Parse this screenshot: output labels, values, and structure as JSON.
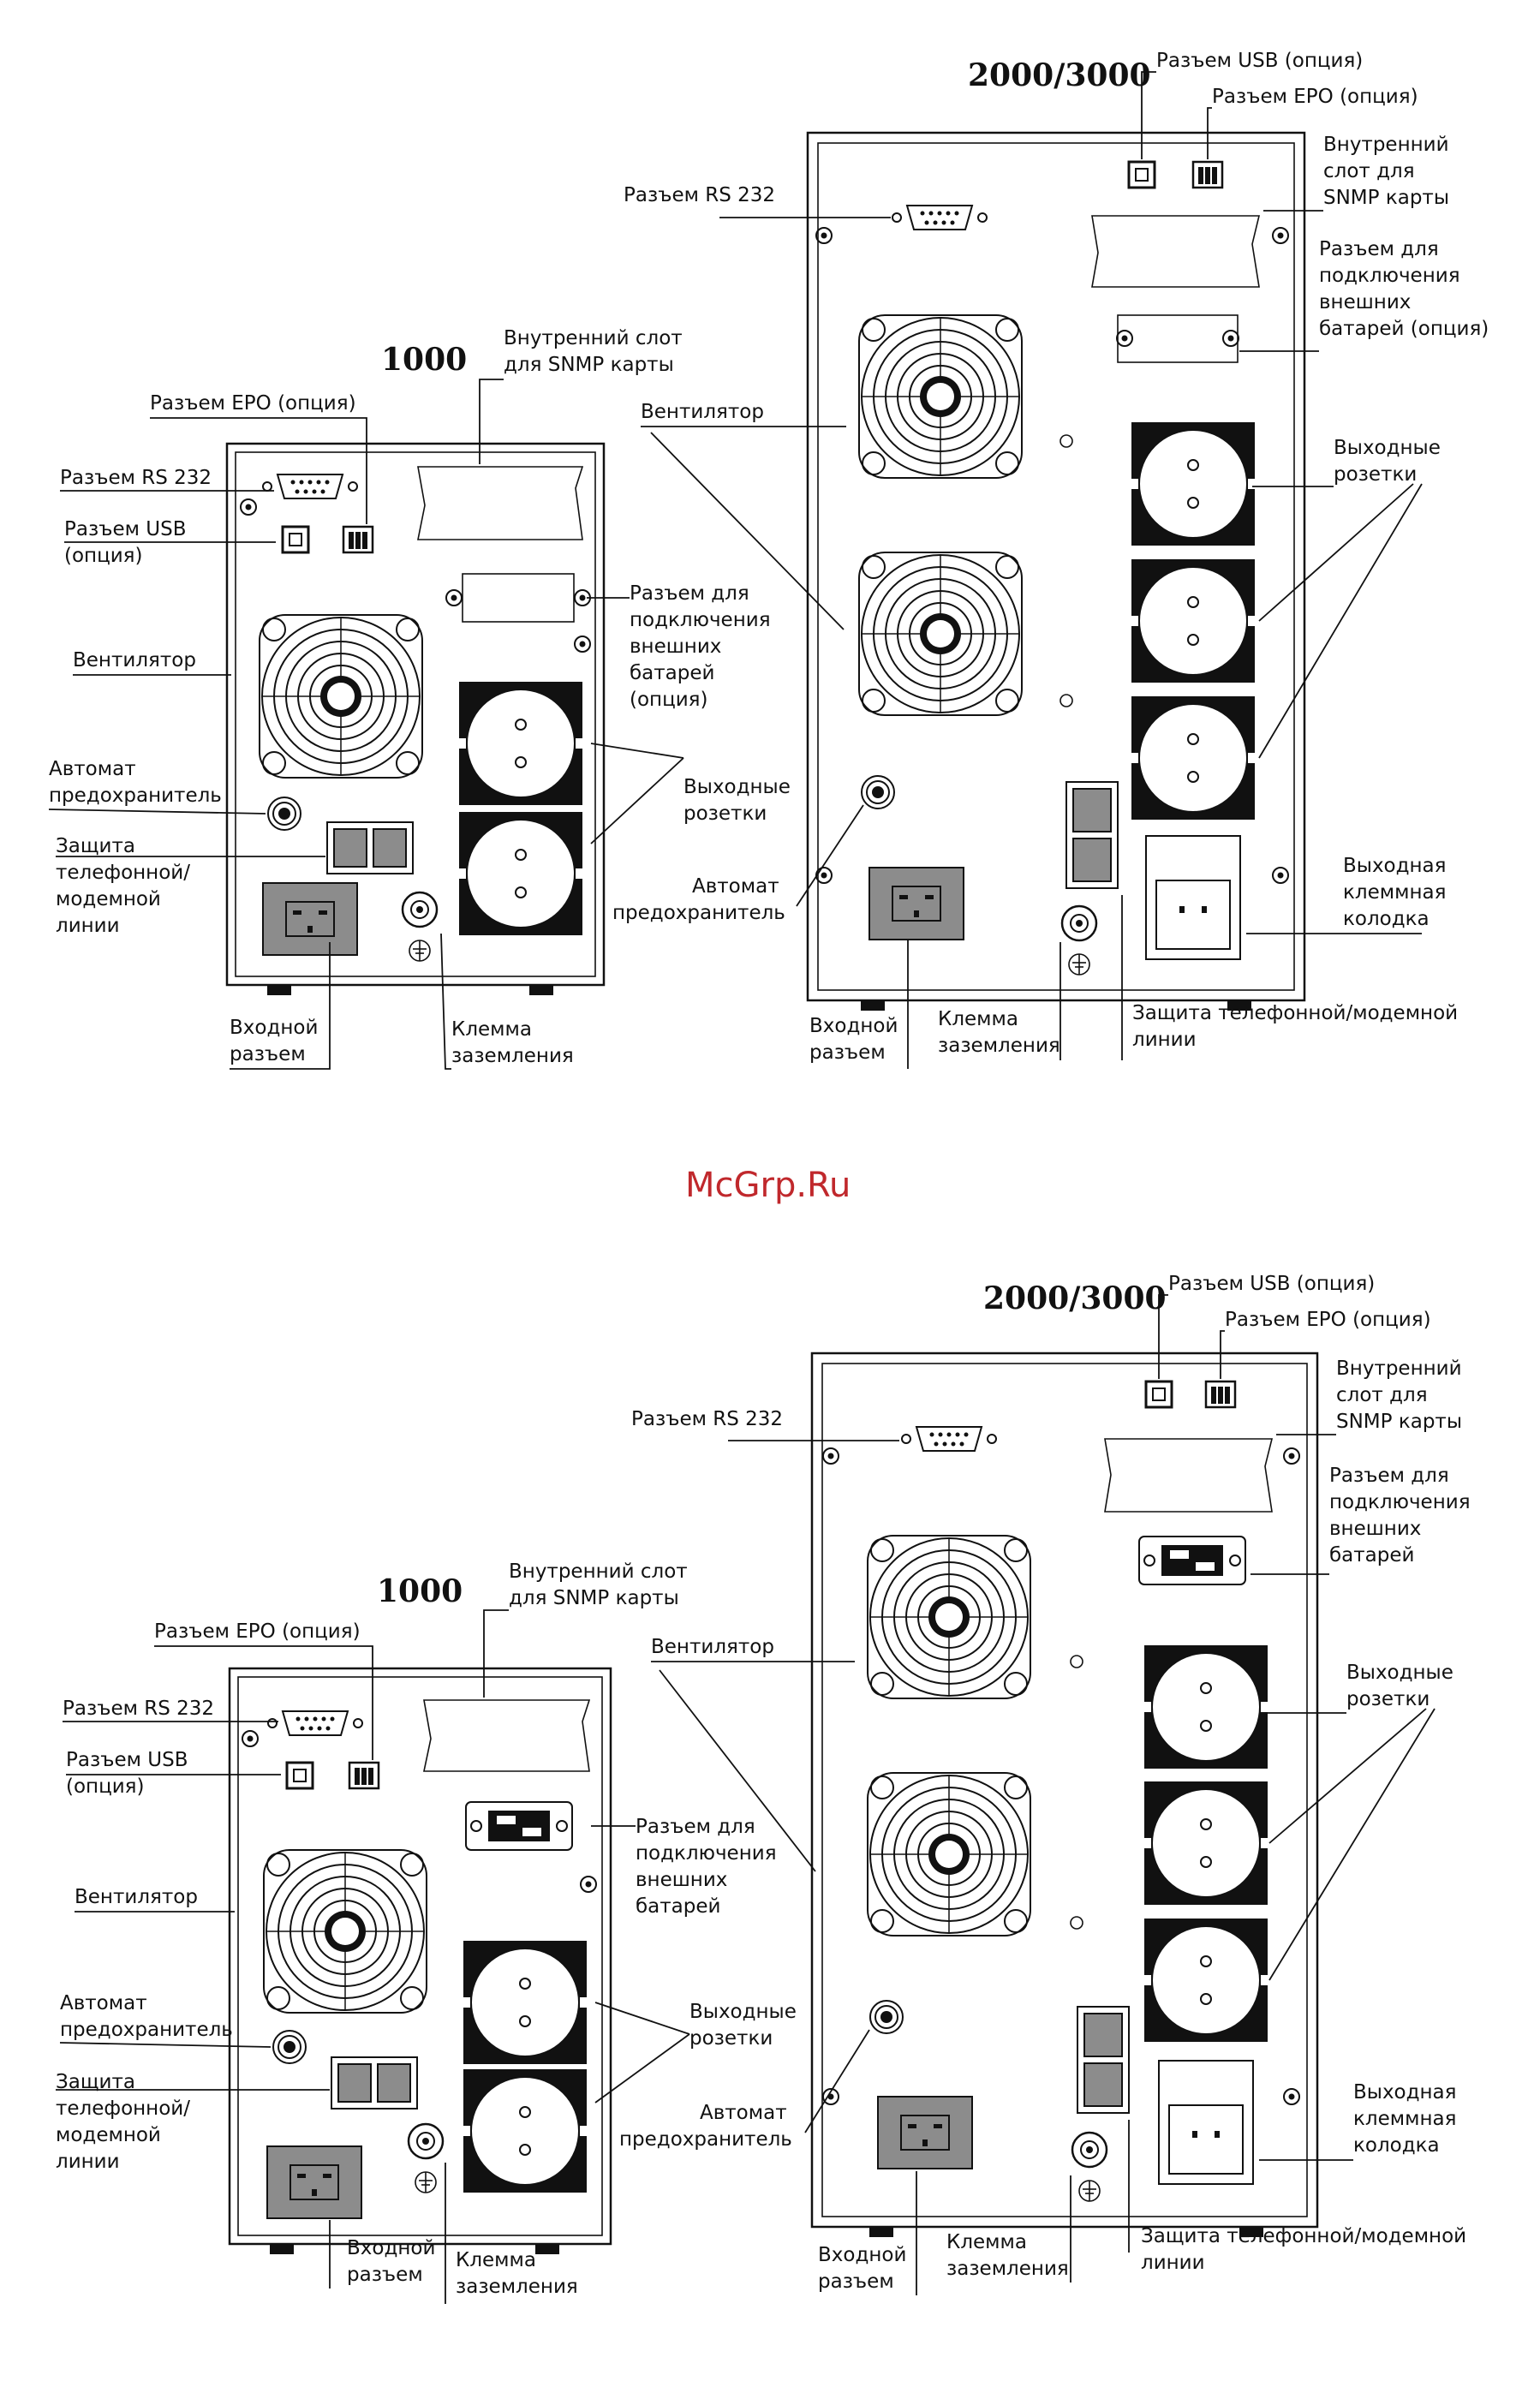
{
  "watermark": "McGrp.Ru",
  "models": {
    "small": "1000",
    "large": "2000/3000"
  },
  "labels": {
    "rs232": "Разъем RS 232",
    "usb": "Разъем USB (опция)",
    "usb_l1": "Разъем USB",
    "usb_l2": "(опция)",
    "epo": "Разъем EPO (опция)",
    "snmp_l1": "Внутренний слот",
    "snmp_l2": "для SNMP карты",
    "snmp3_l1": "Внутренний",
    "snmp3_l2": "слот для",
    "snmp3_l3": "SNMP карты",
    "fan": "Вентилятор",
    "breaker_l1": "Автомат",
    "breaker_l2": "предохранитель",
    "phone_l1": "Защита",
    "phone_l2": "телефонной/",
    "phone_l3": "модемной",
    "phone_l4": "линии",
    "phone_w1": "Защита телефонной/модемной",
    "phone_w2": "линии",
    "input_l1": "Входной",
    "input_l2": "разъем",
    "ground_l1": "Клемма",
    "ground_l2": "заземления",
    "battery_l1": "Разъем для",
    "battery_l2": "подключения",
    "battery_l3": "внешних",
    "battery_l4": "батарей (опция)",
    "battery_l4b": "батарей",
    "battery_l5": "(опция)",
    "outlets_l1": "Выходные",
    "outlets_l2": "розетки",
    "terminal_l1": "Выходная",
    "terminal_l2": "клеммная",
    "terminal_l3": "колодка"
  }
}
